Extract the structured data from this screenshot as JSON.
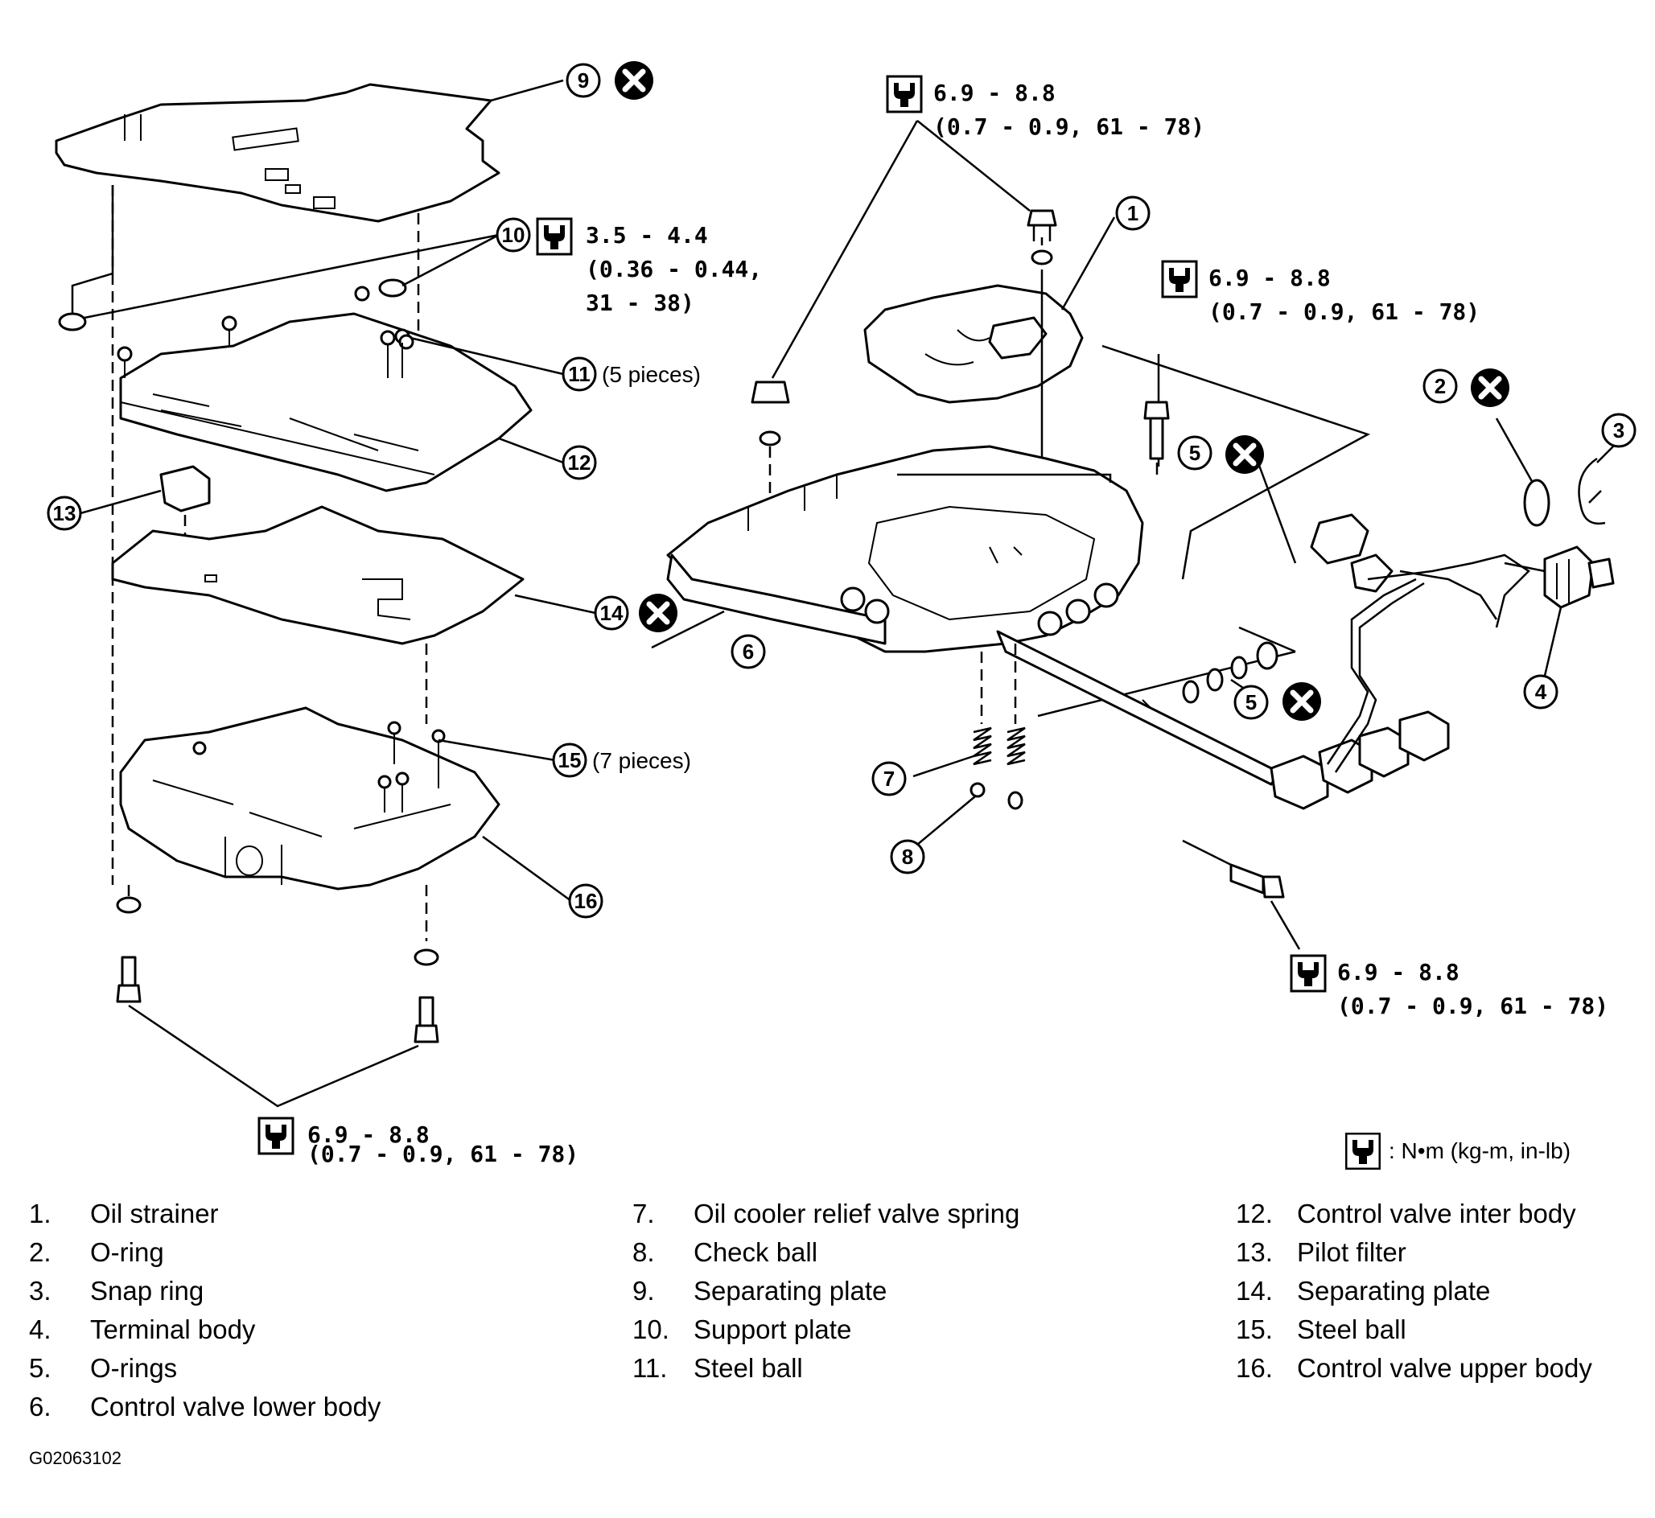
{
  "callouts": {
    "n1": "1",
    "n2": "2",
    "n3": "3",
    "n4": "4",
    "n5a": "5",
    "n5b": "5",
    "n6": "6",
    "n7": "7",
    "n8": "8",
    "n9": "9",
    "n10": "10",
    "n11": "11",
    "n12": "12",
    "n13": "13",
    "n14": "14",
    "n15": "15",
    "n16": "16"
  },
  "quantities": {
    "steel_ball_upper": "(5 pieces)",
    "steel_ball_lower": "(7 pieces)"
  },
  "torques": {
    "support_plate": {
      "line1": "3.5 - 4.4",
      "line2": "(0.36 - 0.44,",
      "line3": "31 - 38)"
    },
    "top_center": {
      "line1": "6.9 - 8.8",
      "line2": "(0.7 - 0.9, 61 - 78)"
    },
    "top_right": {
      "line1": "6.9 - 8.8",
      "line2": "(0.7 - 0.9, 61 - 78)"
    },
    "bottom_right": {
      "line1": "6.9 - 8.8",
      "line2": "(0.7 - 0.9, 61 - 78)"
    },
    "bottom_left": {
      "line1": "6.9 - 8.8",
      "line2": "(0.7 - 0.9, 61 - 78)"
    }
  },
  "legend": {
    "unit_text": ": N•m (kg-m, in-lb)"
  },
  "icons": {
    "torque": "torque-wrench-icon",
    "replace": "do-not-reuse-icon"
  },
  "parts": {
    "col1": [
      {
        "num": "1.",
        "name": "Oil strainer"
      },
      {
        "num": "2.",
        "name": "O-ring"
      },
      {
        "num": "3.",
        "name": "Snap ring"
      },
      {
        "num": "4.",
        "name": "Terminal body"
      },
      {
        "num": "5.",
        "name": "O-rings"
      },
      {
        "num": "6.",
        "name": "Control valve lower body"
      }
    ],
    "col2": [
      {
        "num": "7.",
        "name": "Oil cooler relief valve spring"
      },
      {
        "num": "8.",
        "name": "Check ball"
      },
      {
        "num": "9.",
        "name": "Separating plate"
      },
      {
        "num": "10.",
        "name": "Support plate"
      },
      {
        "num": "11.",
        "name": "Steel ball"
      }
    ],
    "col3": [
      {
        "num": "12.",
        "name": "Control valve inter body"
      },
      {
        "num": "13.",
        "name": "Pilot filter"
      },
      {
        "num": "14.",
        "name": "Separating plate"
      },
      {
        "num": "15.",
        "name": "Steel ball"
      },
      {
        "num": "16.",
        "name": "Control valve upper body"
      }
    ]
  },
  "figure_id": "G02063102"
}
